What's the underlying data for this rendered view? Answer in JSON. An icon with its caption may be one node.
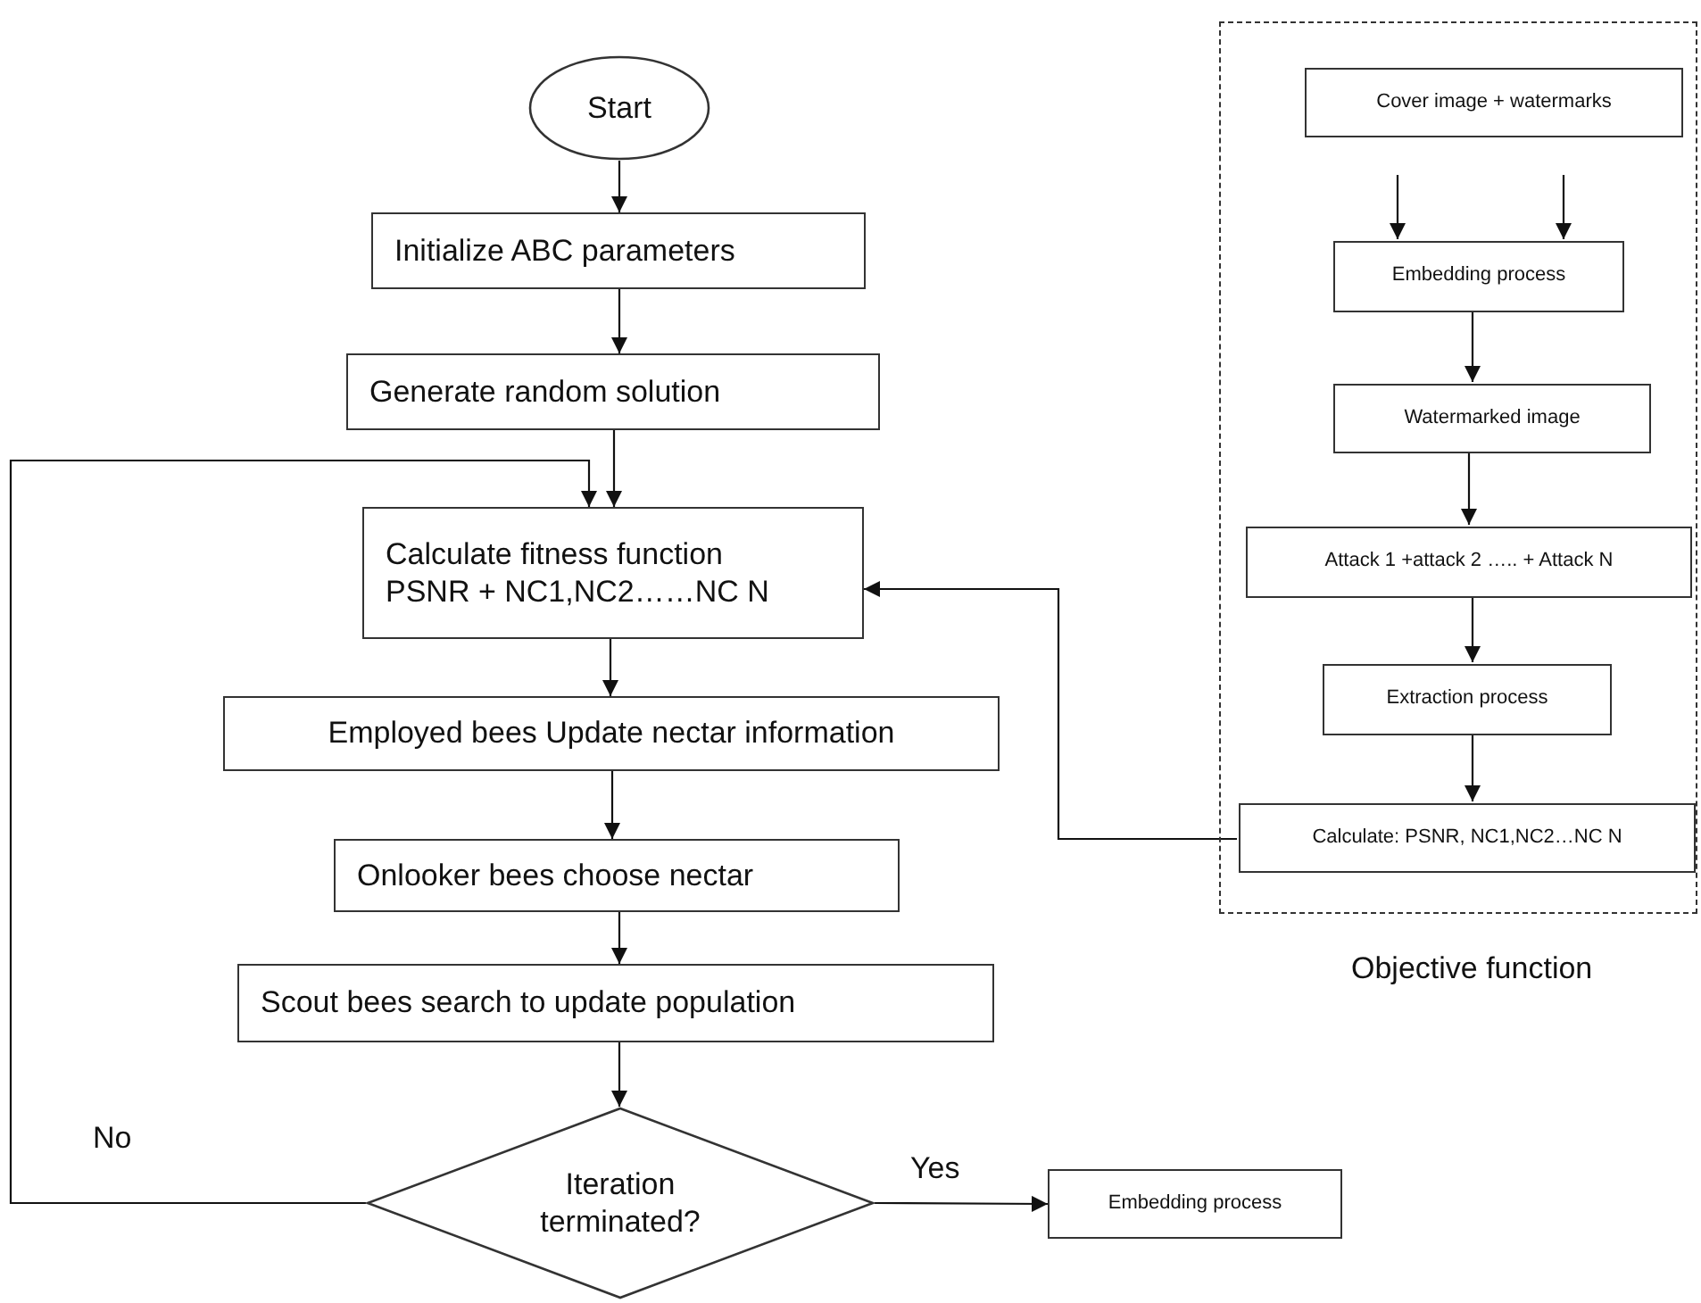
{
  "diagram": {
    "nodes": [
      {
        "text": [
          "Start"
        ]
      },
      {
        "text": [
          "Initialize ABC parameters"
        ]
      },
      {
        "text": [
          "Generate random solution"
        ]
      },
      {
        "text": [
          "Calculate fitness function",
          "PSNR + NC1,NC2……NC N"
        ]
      },
      {
        "text": [
          "Employed bees Update nectar information"
        ]
      },
      {
        "text": [
          "Onlooker bees choose nectar"
        ]
      },
      {
        "text": [
          "Scout bees search to update population"
        ]
      },
      {
        "text": [
          "Iteration terminated?"
        ]
      },
      {
        "text": [
          "Embedding process"
        ]
      },
      {
        "text": [],
        "shape": "box",
        "beside": [
          "Objective function"
        ]
      },
      {
        "text": [
          "Cover image + watermarks"
        ],
        "in": 9
      },
      {
        "text": [
          "Embedding process"
        ],
        "in": 9
      },
      {
        "text": [
          "Watermarked image"
        ],
        "in": 9
      },
      {
        "text": [
          "Attack 1 +attack 2 ….. + Attack N"
        ],
        "in": 9
      },
      {
        "text": [
          "Extraction process"
        ],
        "in": 9
      },
      {
        "text": [
          "Calculate: PSNR, NC1,NC2…NC N"
        ],
        "in": 9
      }
    ],
    "edges": [
      {
        "from": 0,
        "to": 1,
        "arrow": "to"
      },
      {
        "from": 1,
        "to": 2,
        "arrow": "to"
      },
      {
        "from": 2,
        "to": 3,
        "arrow": "to"
      },
      {
        "from": 3,
        "to": 4,
        "arrow": "to"
      },
      {
        "from": 4,
        "to": 5,
        "arrow": "to"
      },
      {
        "from": 5,
        "to": 6,
        "arrow": "to"
      },
      {
        "from": 6,
        "to": 7,
        "arrow": "to"
      },
      {
        "from": 7,
        "to": 3,
        "arrow": "to",
        "label": "No"
      },
      {
        "from": 7,
        "to": 8,
        "arrow": "to",
        "label": "Yes"
      },
      {
        "from": 10,
        "to": 11,
        "arrow": "to"
      },
      {
        "from": 10,
        "to": 11,
        "arrow": "to"
      },
      {
        "from": 11,
        "to": 12,
        "arrow": "to"
      },
      {
        "from": 12,
        "to": 13,
        "arrow": "to"
      },
      {
        "from": 13,
        "to": 14,
        "arrow": "to"
      },
      {
        "from": 14,
        "to": 15,
        "arrow": "to"
      },
      {
        "from": 15,
        "to": 3,
        "arrow": "to"
      }
    ]
  }
}
